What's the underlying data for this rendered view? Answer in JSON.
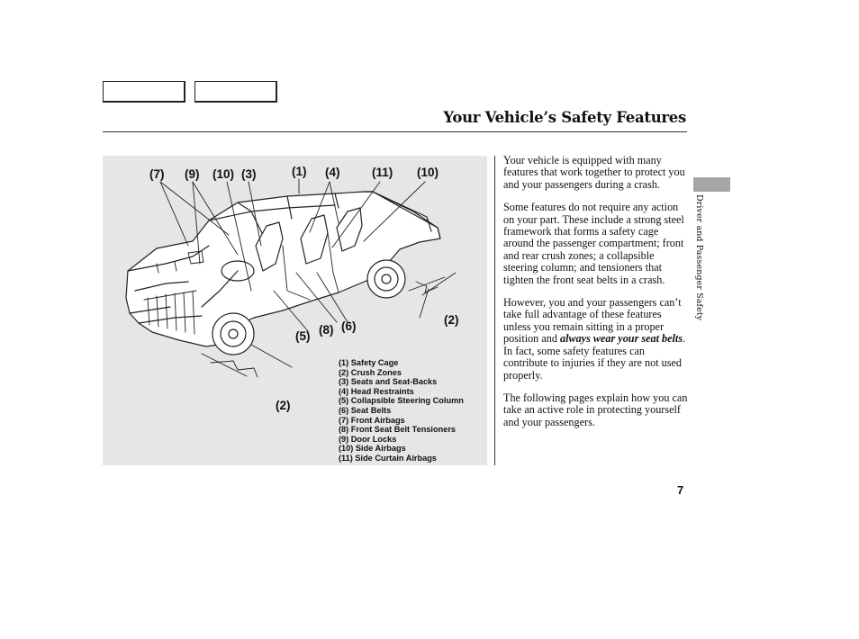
{
  "header": {
    "title": "Your Vehicle’s Safety Features"
  },
  "side_tab": {
    "label": "Driver and Passenger Safety"
  },
  "figure": {
    "callouts": {
      "c7": "(7)",
      "c9": "(9)",
      "c10a": "(10)",
      "c3": "(3)",
      "c1": "(1)",
      "c4": "(4)",
      "c11": "(11)",
      "c10b": "(10)",
      "c2a": "(2)",
      "c6": "(6)",
      "c8": "(8)",
      "c5": "(5)",
      "c2b": "(2)"
    },
    "legend": [
      "(1) Safety Cage",
      "(2) Crush Zones",
      "(3) Seats and Seat-Backs",
      "(4) Head Restraints",
      "(5) Collapsible Steering Column",
      "(6) Seat Belts",
      "(7) Front Airbags",
      "(8) Front Seat Belt Tensioners",
      "(9) Door Locks",
      "(10) Side Airbags",
      "(11) Side Curtain Airbags"
    ]
  },
  "body": {
    "p1": "Your vehicle is equipped with many features that work together to protect you and your passengers during a crash.",
    "p2": "Some features do not require any action on your part. These include a strong steel framework that forms a safety cage around the passenger compartment; front and rear crush zones; a collapsible steering column; and tensioners that tighten the front seat belts in a crash.",
    "p3_before": "However, you and your passengers can’t take full advantage of these features unless you remain sitting in a proper position and ",
    "p3_emph": "always wear your seat belts",
    "p3_after": ". In fact, some safety features can contribute to injuries if they are not used properly.",
    "p4": "The following pages explain how you can take an active role in protecting yourself and your passengers."
  },
  "page_number": "7"
}
